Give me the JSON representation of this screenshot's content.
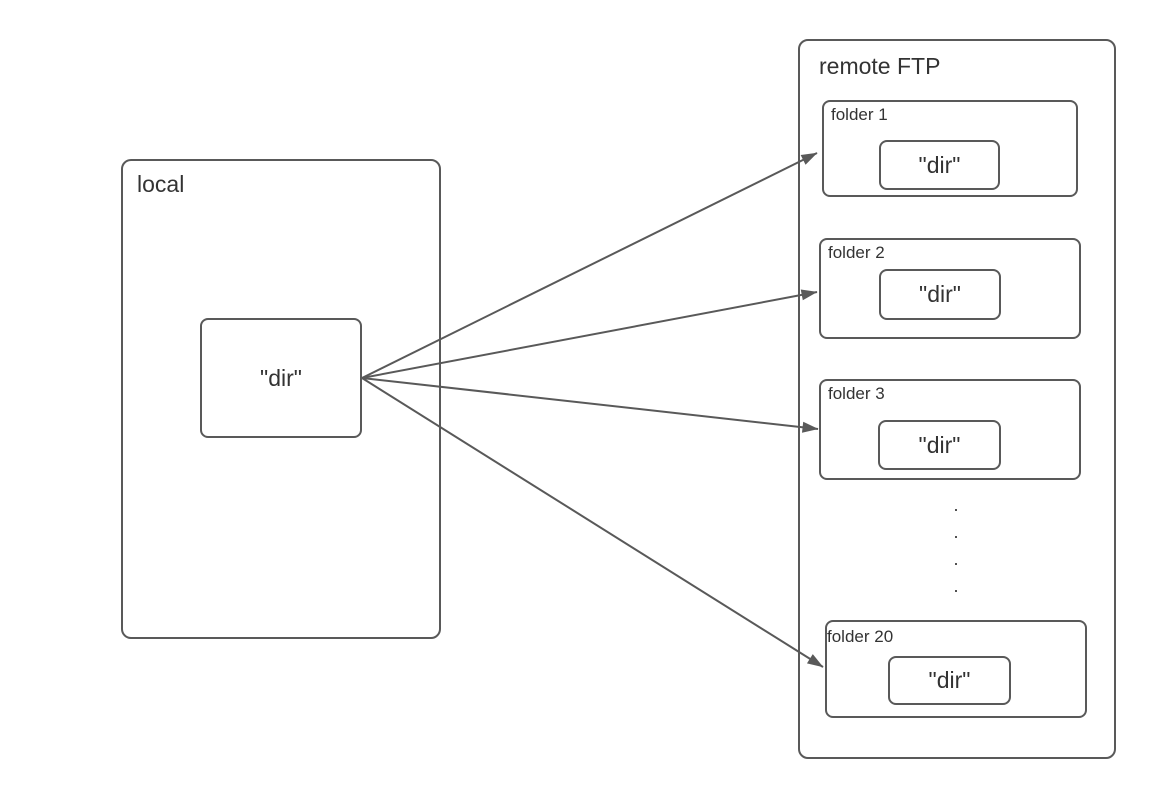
{
  "colors": {
    "stroke": "#595959",
    "text": "#333333",
    "background": "#ffffff"
  },
  "local": {
    "title": "local",
    "dir_label": "\"dir\""
  },
  "remote": {
    "title": "remote FTP",
    "folders": [
      {
        "label": "folder 1",
        "dir_label": "\"dir\""
      },
      {
        "label": "folder 2",
        "dir_label": "\"dir\""
      },
      {
        "label": "folder 3",
        "dir_label": "\"dir\""
      },
      {
        "label": "folder 20",
        "dir_label": "\"dir\""
      }
    ],
    "ellipsis": [
      ".",
      ".",
      ".",
      "."
    ]
  },
  "connections": [
    {
      "from": "local dir",
      "to": "folder 1"
    },
    {
      "from": "local dir",
      "to": "folder 2"
    },
    {
      "from": "local dir",
      "to": "folder 3"
    },
    {
      "from": "local dir",
      "to": "folder 20"
    }
  ]
}
